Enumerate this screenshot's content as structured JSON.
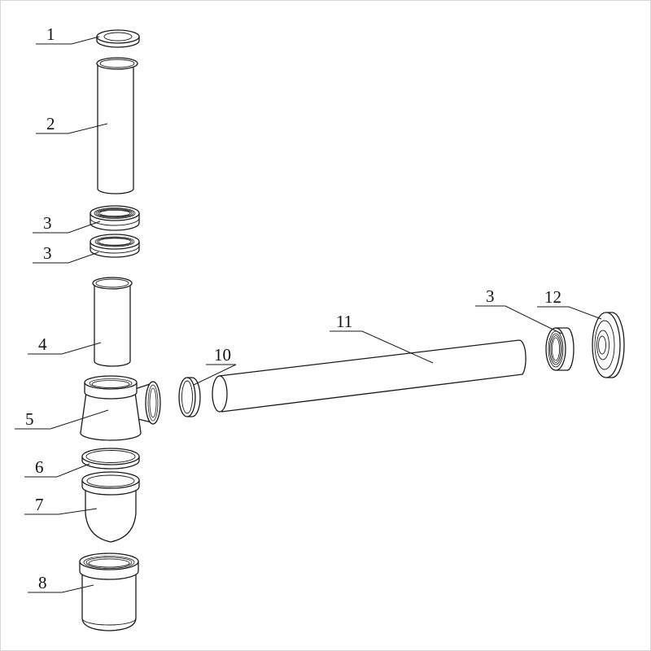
{
  "part_labels": [
    {
      "id": "p1",
      "text": "1"
    },
    {
      "id": "p2",
      "text": "2"
    },
    {
      "id": "p3a",
      "text": "3"
    },
    {
      "id": "p3b",
      "text": "3"
    },
    {
      "id": "p4",
      "text": "4"
    },
    {
      "id": "p5",
      "text": "5"
    },
    {
      "id": "p6",
      "text": "6"
    },
    {
      "id": "p7",
      "text": "7"
    },
    {
      "id": "p8",
      "text": "8"
    },
    {
      "id": "p10",
      "text": "10"
    },
    {
      "id": "p11",
      "text": "11"
    },
    {
      "id": "p3c",
      "text": "3"
    },
    {
      "id": "p12",
      "text": "12"
    }
  ]
}
